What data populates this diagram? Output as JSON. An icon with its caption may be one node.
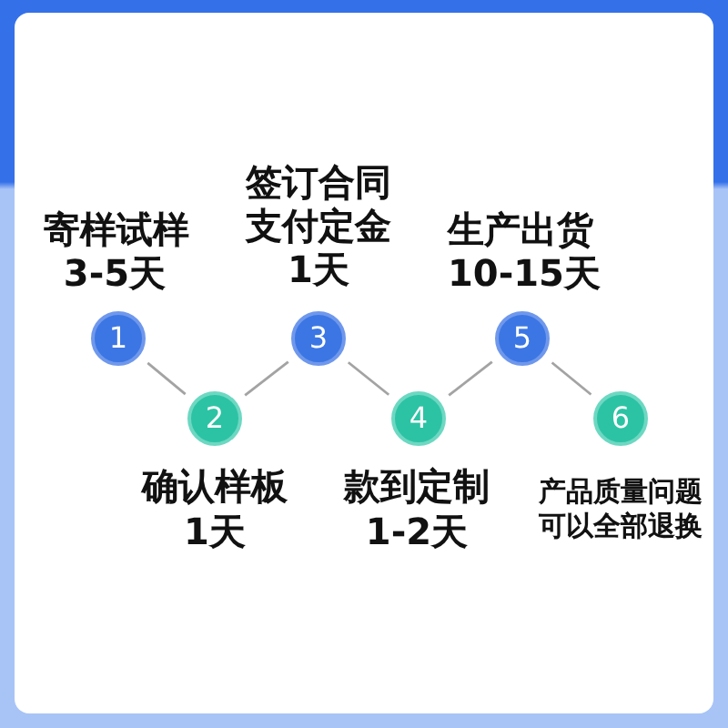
{
  "diagram": {
    "nodes": [
      {
        "text": [
          "1"
        ],
        "beside": [
          "寄样试样",
          "3-5天"
        ]
      },
      {
        "text": [
          "2"
        ],
        "beside": [
          "确认样板",
          "1天"
        ]
      },
      {
        "text": [
          "3"
        ],
        "beside": [
          "签订合同支付定金",
          "1天"
        ]
      },
      {
        "text": [
          "4"
        ],
        "beside": [
          "款到定制",
          "1-2天"
        ]
      },
      {
        "text": [
          "5"
        ],
        "beside": [
          "生产出货",
          "10-15天"
        ]
      },
      {
        "text": [
          "6"
        ],
        "beside": [
          "产品质量问题可以全部退换"
        ]
      }
    ],
    "edges": [
      {
        "from": 0,
        "to": 1,
        "arrow": "none"
      },
      {
        "from": 1,
        "to": 2,
        "arrow": "none"
      },
      {
        "from": 2,
        "to": 3,
        "arrow": "none"
      },
      {
        "from": 3,
        "to": 4,
        "arrow": "none"
      },
      {
        "from": 4,
        "to": 5,
        "arrow": "none"
      }
    ]
  }
}
